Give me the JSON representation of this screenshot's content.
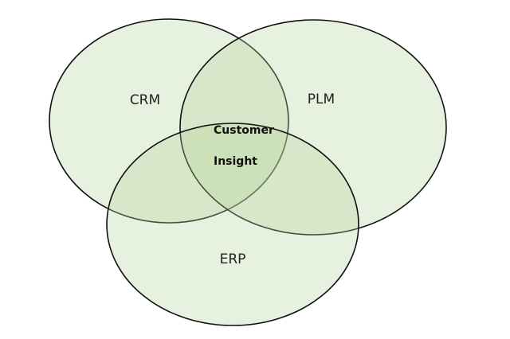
{
  "venn": {
    "fill_color": "#b5d39b",
    "stroke_color": "#111111",
    "sets": {
      "crm": "CRM",
      "plm": "PLM",
      "erp": "ERP"
    },
    "intersection": {
      "line1": "Customer",
      "line2": "Insight"
    }
  }
}
